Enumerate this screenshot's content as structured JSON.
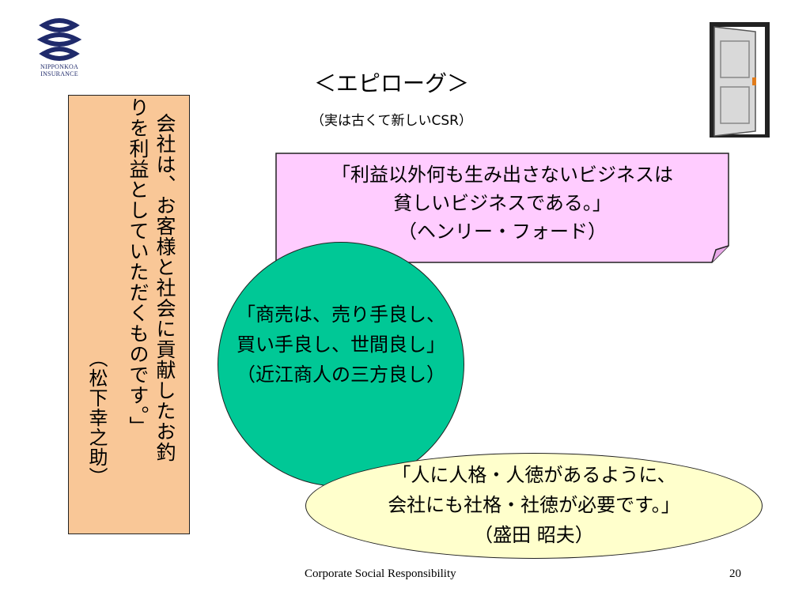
{
  "logo": {
    "text_line1": "NIPPONKOA",
    "text_line2": "INSURANCE"
  },
  "title": "＜エピローグ＞",
  "subtitle": "（実は古くて新しいCSR）",
  "vertical_quote": {
    "line1": "会社は、お客様と社会に貢献したお釣",
    "line2": "りを利益としていただくものです。」",
    "attribution": "（松下幸之助）"
  },
  "note_quote": {
    "line1": "「利益以外何も生み出さないビジネスは",
    "line2": "貧しいビジネスである。」",
    "line3": "（ヘンリー・フォード）"
  },
  "circle_quote": {
    "line1": "「商売は、売り手良し、",
    "line2": "買い手良し、世間良し」",
    "line3": "（近江商人の三方良し）"
  },
  "ellipse_quote": {
    "line1": "「人に人格・人徳があるように、",
    "line2": "会社にも社格・社徳が必要です。」",
    "line3": "（盛田 昭夫）"
  },
  "footer": {
    "text": "Corporate Social Responsibility",
    "page_number": "20"
  },
  "colors": {
    "vertical_box": "#f9c797",
    "note_box": "#ffccff",
    "circle": "#00c896",
    "ellipse": "#ffffcc",
    "logo": "#1f2a6b"
  },
  "icons": {
    "logo": "nipponkoa-logo",
    "door": "open-door-icon"
  }
}
